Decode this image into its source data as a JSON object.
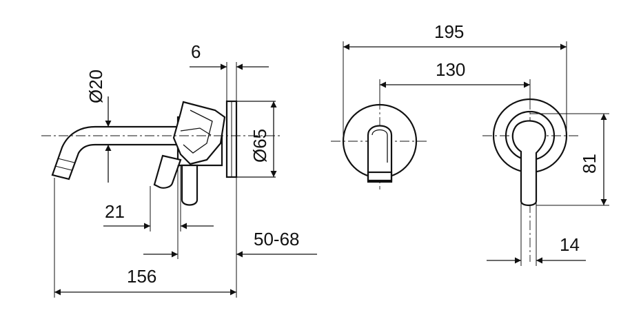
{
  "dimensions": {
    "diameter_spout": "Ø20",
    "flange_thickness": "6",
    "diameter_flange": "Ø65",
    "lever_offset": "21",
    "wall_depth": "50-68",
    "spout_projection": "156",
    "overall_width": "195",
    "center_distance": "130",
    "rosette_height": "81",
    "lever_width": "14"
  }
}
